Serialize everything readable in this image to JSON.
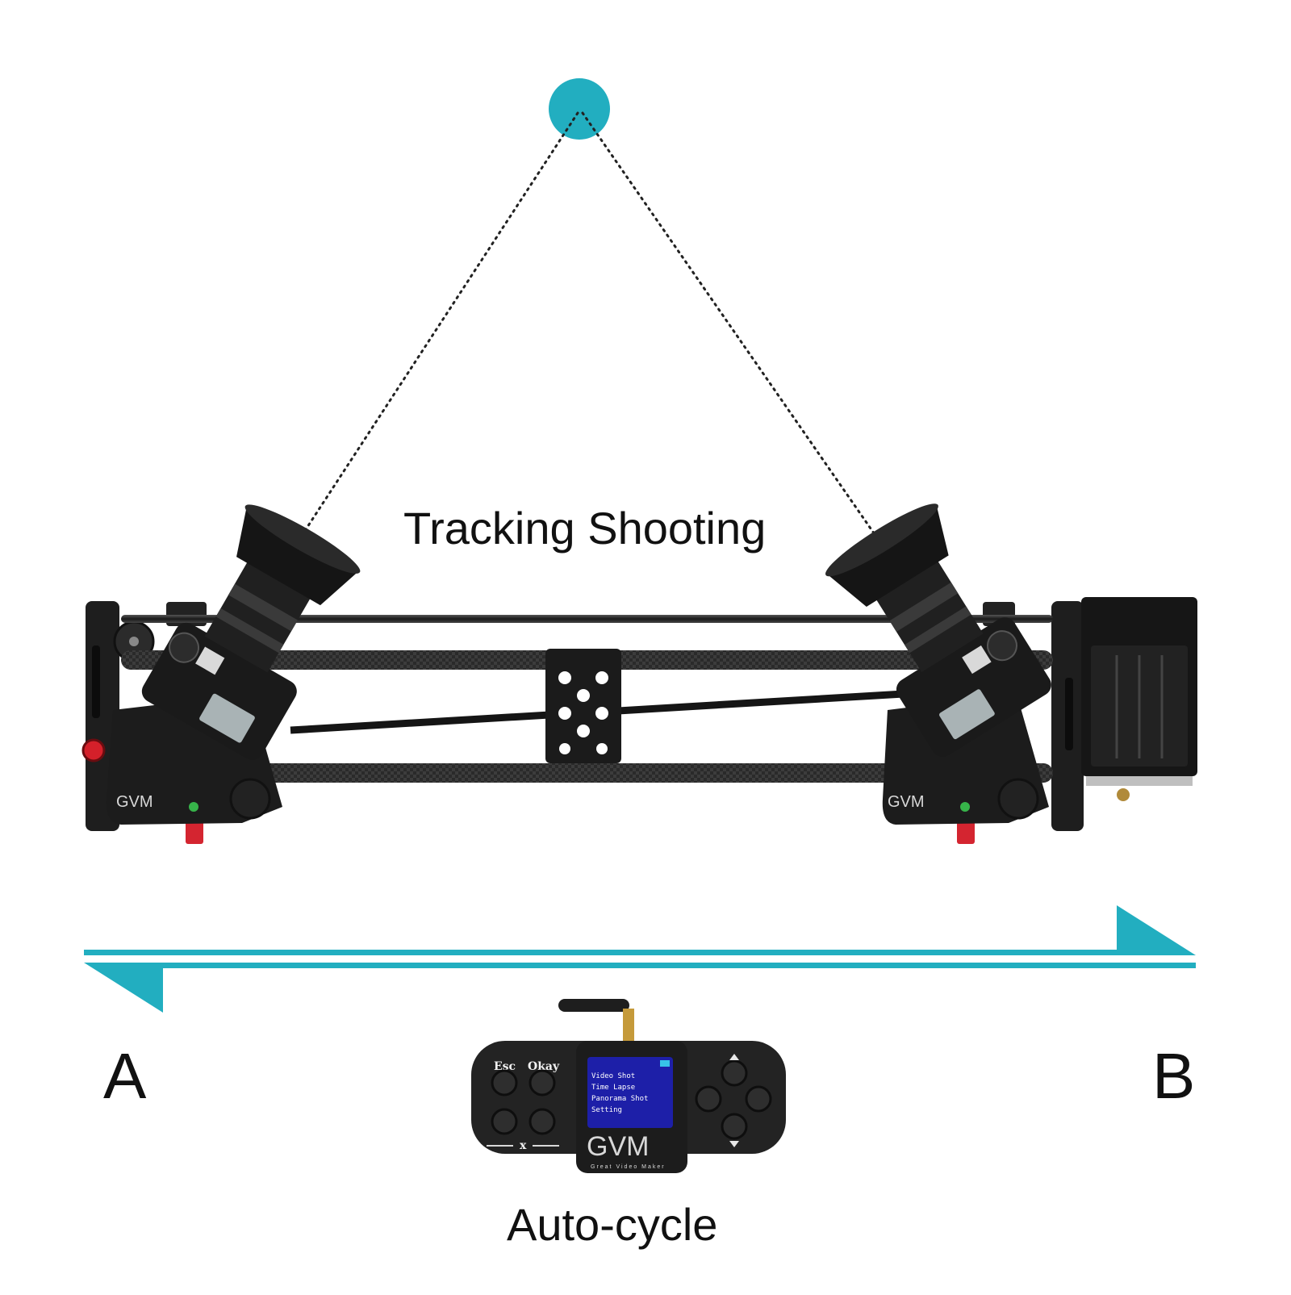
{
  "diagram": {
    "title": "Tracking Shooting",
    "point_a": "A",
    "point_b": "B",
    "caption": "Auto-cycle",
    "accent_color": "#22aec0",
    "line_style": "dotted"
  },
  "slider": {
    "brand": "GVM",
    "cameras": [
      "camera-at-a",
      "camera-at-b"
    ]
  },
  "controller": {
    "brand": "GVM",
    "tagline": "Great Video Maker",
    "buttons": {
      "esc": "Esc",
      "okay": "Okay",
      "x": "x"
    },
    "screen_menu": [
      "Video Shot",
      "Time Lapse",
      "Panorama Shot",
      "Setting"
    ]
  }
}
